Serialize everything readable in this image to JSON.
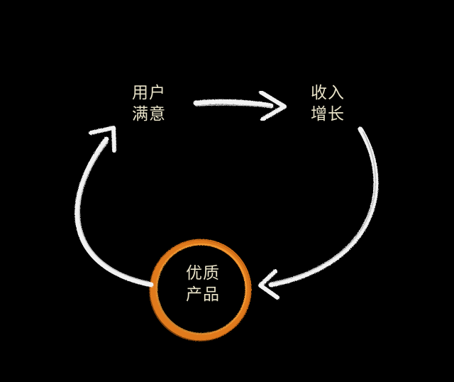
{
  "nodes": {
    "user_satisfaction": {
      "line1": "用户",
      "line2": "满意"
    },
    "revenue_growth": {
      "line1": "收入",
      "line2": "增长"
    },
    "quality_product": {
      "line1": "优质",
      "line2": "产品"
    }
  },
  "edges": [
    {
      "from": "user_satisfaction",
      "to": "revenue_growth"
    },
    {
      "from": "revenue_growth",
      "to": "quality_product"
    },
    {
      "from": "quality_product",
      "to": "user_satisfaction"
    }
  ],
  "colors": {
    "background": "#000000",
    "text": "#e9e3c8",
    "arrow": "#f2f2f2",
    "circle_outer": "#e07a1c",
    "circle_inner": "#f5a03a"
  }
}
